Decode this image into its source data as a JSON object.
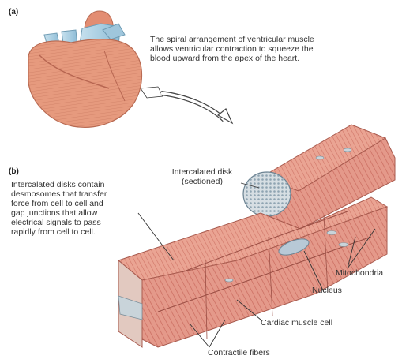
{
  "panels": {
    "a": "(a)",
    "b": "(b)"
  },
  "captions": {
    "spiral": "The spiral arrangement of ventricular muscle\nallows ventricular contraction to squeeze the\nblood upward from the apex of the heart.",
    "intercalated_desc": "Intercalated disks contain\ndesmosomes that transfer\nforce from cell to cell and\ngap junctions that allow\nelectrical signals to pass\nrapidly from cell to cell."
  },
  "labels": {
    "intercalated_disk": "Intercalated disk\n(sectioned)",
    "mitochondria": "Mitochondria",
    "nucleus": "Nucleus",
    "cardiac_cell": "Cardiac muscle cell",
    "contractile_fibers": "Contractile fibers"
  },
  "colors": {
    "heart": "#e69a7e",
    "vessels": "#a9cfe3",
    "muscle": "#e4998a",
    "muscle_dark": "#c96a5e",
    "disk": "#c9d4da",
    "nucleus": "#b8c9d6"
  }
}
